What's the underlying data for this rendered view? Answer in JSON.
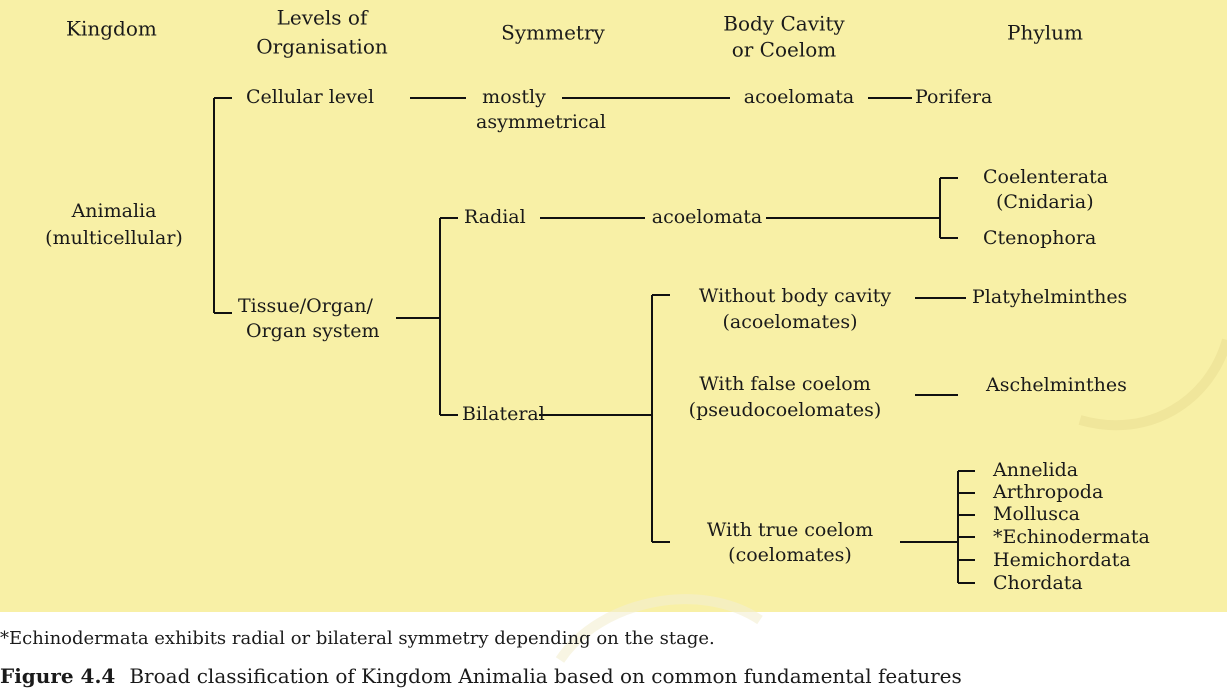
{
  "headers": {
    "kingdom": "Kingdom",
    "levels_line1": "Levels of",
    "levels_line2": "Organisation",
    "symmetry": "Symmetry",
    "cavity_line1": "Body Cavity",
    "cavity_line2": "or Coelom",
    "phylum": "Phylum"
  },
  "root": {
    "line1": "Animalia",
    "line2": "(multicellular)"
  },
  "cellular": {
    "level": "Cellular level",
    "symmetry_line1": "mostly",
    "symmetry_line2": "asymmetrical",
    "cavity": "acoelomata",
    "phylum": "Porifera"
  },
  "tissue": {
    "line1": "Tissue/Organ/",
    "line2": "Organ system"
  },
  "radial": {
    "label": "Radial",
    "cavity": "acoelomata",
    "phylum1_line1": "Coelenterata",
    "phylum1_line2": "(Cnidaria)",
    "phylum2": "Ctenophora"
  },
  "bilateral": {
    "label": "Bilateral",
    "acoel_line1": "Without body cavity",
    "acoel_line2": "(acoelomates)",
    "acoel_phylum": "Platyhelminthes",
    "pseudo_line1": "With false coelom",
    "pseudo_line2": "(pseudocoelomates)",
    "pseudo_phylum": "Aschelminthes",
    "true_line1": "With true coelom",
    "true_line2": "(coelomates)",
    "true_phyla": [
      "Annelida",
      "Arthropoda",
      "Mollusca",
      "*Echinodermata",
      "Hemichordata",
      "Chordata"
    ]
  },
  "footnote": "*Echinodermata exhibits radial or bilateral symmetry depending on the stage.",
  "caption": {
    "label": "Figure 4.4",
    "text": "Broad classification of Kingdom Animalia based on common fundamental features"
  }
}
